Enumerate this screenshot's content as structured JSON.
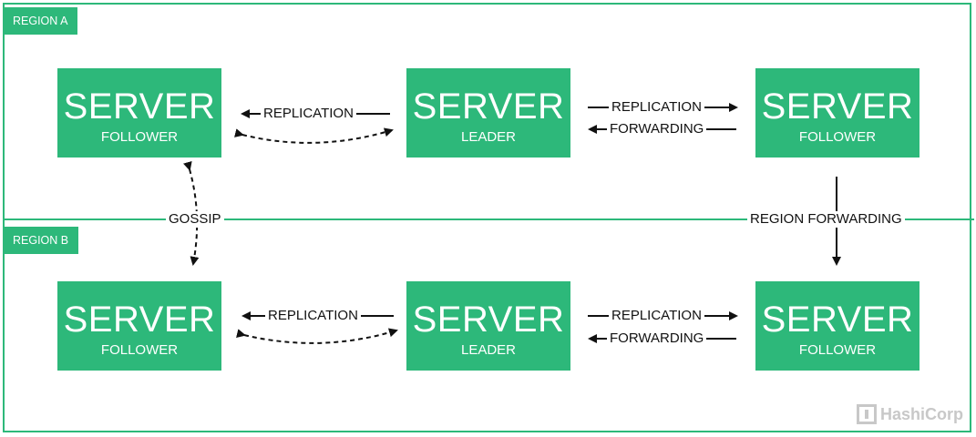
{
  "regions": [
    {
      "label": "REGION A"
    },
    {
      "label": "REGION B"
    }
  ],
  "servers": [
    {
      "title": "SERVER",
      "role": "FOLLOWER"
    },
    {
      "title": "SERVER",
      "role": "LEADER"
    },
    {
      "title": "SERVER",
      "role": "FOLLOWER"
    },
    {
      "title": "SERVER",
      "role": "FOLLOWER"
    },
    {
      "title": "SERVER",
      "role": "LEADER"
    },
    {
      "title": "SERVER",
      "role": "FOLLOWER"
    }
  ],
  "edge_labels": {
    "a_left_replication": "REPLICATION",
    "a_right_replication": "REPLICATION",
    "a_right_forwarding": "FORWARDING",
    "b_left_replication": "REPLICATION",
    "b_right_replication": "REPLICATION",
    "b_right_forwarding": "FORWARDING",
    "gossip": "GOSSIP",
    "region_forwarding": "REGION FORWARDING"
  },
  "watermark": "HashiCorp",
  "colors": {
    "accent": "#2db87a",
    "text": "#111111",
    "watermark": "#c8c8c8"
  }
}
